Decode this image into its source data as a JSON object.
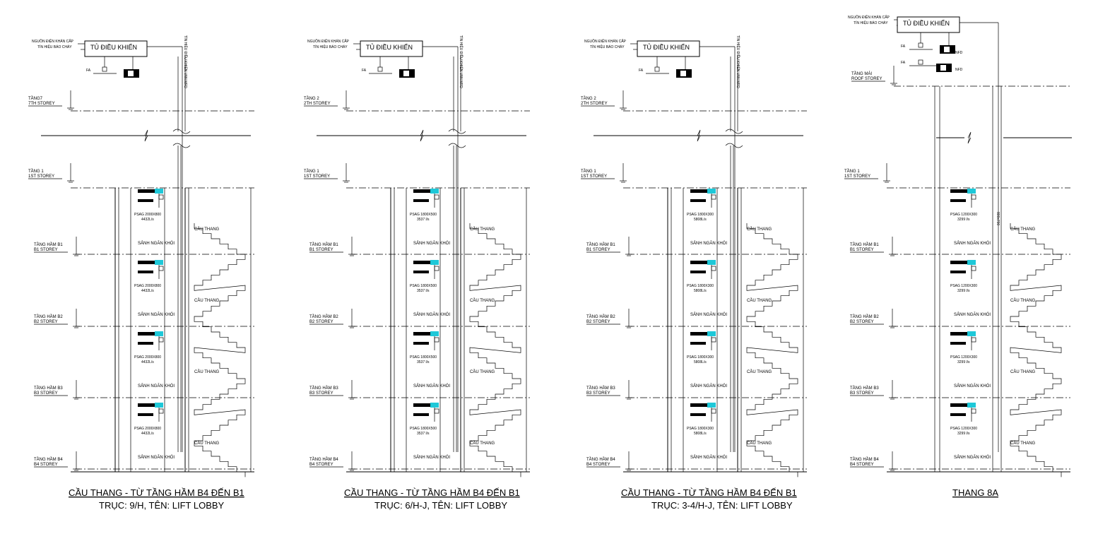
{
  "panels": [
    {
      "control_panel": "TỦ ĐIỀU KHIỂN",
      "power_note": "NGUỒN ĐIỆN KHẨN CẤP",
      "alarm_note": "TÍN HIỆU BÁO CHÁY",
      "fa_label": "FA",
      "mfd_label": "TÍN HIỆU ĐIỀU KHIỂN VAN MFD",
      "top_level": {
        "vn": "TẦNG7",
        "en": "7TH STOREY"
      },
      "ground_level": {
        "vn": "TẦNG 1",
        "en": "1ST STOREY"
      },
      "basements": [
        {
          "vn": "TẦNG HẦM B1",
          "en": "B1 STOREY"
        },
        {
          "vn": "TẦNG HẦM B2",
          "en": "B2 STOREY"
        },
        {
          "vn": "TẦNG HẦM B3",
          "en": "B3 STOREY"
        },
        {
          "vn": "TẦNG HẦM B4",
          "en": "B4 STOREY"
        }
      ],
      "psag": [
        "PSAG 2000X800",
        "PSAG 2000X800",
        "PSAG 2000X800",
        "PSAG 2000X800"
      ],
      "flow": [
        "4432L/s",
        "4432L/s",
        "4432L/s",
        "4432L/s"
      ],
      "lobby": "SẢNH NGĂN KHÓI",
      "stair_label": "CẦU THANG",
      "title": "CẦU THANG - TỪ TẦNG HẦM B4 ĐẾN B1",
      "subtitle": "TRỤC:  9/H, TÊN:  LIFT LOBBY"
    },
    {
      "control_panel": "TỦ ĐIỀU KHIỂN",
      "power_note": "NGUỒN ĐIỆN KHẨN CẤP",
      "alarm_note": "TÍN HIỆU BÁO CHÁY",
      "fa_label": "FA",
      "mfd_label": "TÍN HIỆU ĐIỀU KHIỂN VAN MFD",
      "top_level": {
        "vn": "TẦNG 2",
        "en": "2TH STOREY"
      },
      "ground_level": {
        "vn": "TẦNG 1",
        "en": "1ST STOREY"
      },
      "basements": [
        {
          "vn": "TẦNG HẦM B1",
          "en": "B1 STOREY"
        },
        {
          "vn": "TẦNG HẦM B2",
          "en": "B2 STOREY"
        },
        {
          "vn": "TẦNG HẦM B3",
          "en": "B3 STOREY"
        },
        {
          "vn": "TẦNG HẦM B4",
          "en": "B4 STOREY"
        }
      ],
      "psag": [
        "PSAG 1800X500",
        "PSAG 1800X500",
        "PSAG 1800X500",
        "PSAG 1800X500"
      ],
      "flow": [
        "3537 l/s",
        "3537 l/s",
        "3537 l/s",
        "3537 l/s"
      ],
      "lobby": "SẢNH NGĂN KHÓI",
      "stair_label": "CẦU THANG",
      "title": "CẦU THANG - TỪ TẦNG HẦM B4 ĐẾN B1",
      "subtitle": "TRỤC:  6/H-J, TÊN:  LIFT LOBBY"
    },
    {
      "control_panel": "TỦ ĐIỀU KHIỂN",
      "power_note": "NGUỒN ĐIỆN KHẨN CẤP",
      "alarm_note": "TÍN HIỆU BÁO CHÁY",
      "fa_label": "FA",
      "mfd_label": "TÍN HIỆU ĐIỀU KHIỂN VAN MFD",
      "top_level": {
        "vn": "TẦNG 2",
        "en": "2TH STOREY"
      },
      "ground_level": {
        "vn": "TẦNG 1",
        "en": "1ST STOREY"
      },
      "basements": [
        {
          "vn": "TẦNG HẦM B1",
          "en": "B1 STOREY"
        },
        {
          "vn": "TẦNG HẦM B2",
          "en": "B2 STOREY"
        },
        {
          "vn": "TẦNG HẦM B3",
          "en": "B3 STOREY"
        },
        {
          "vn": "TẦNG HẦM B4",
          "en": "B4 STOREY"
        }
      ],
      "psag": [
        "PSAG 1800X300",
        "PSAG 1800X300",
        "PSAG 1800X300",
        "PSAG 1800X300"
      ],
      "flow": [
        "5808L/s",
        "5808L/s",
        "5808L/s",
        "5808L/s"
      ],
      "lobby": "SẢNH NGĂN KHÓI",
      "stair_label": "CẦU THANG",
      "title": "CẦU THANG - TỪ TẦNG HẦM B4 ĐẾN B1",
      "subtitle": "TRỤC:  3-4/H-J, TÊN:  LIFT LOBBY"
    },
    {
      "control_panel": "TỦ ĐIỀU KHIỂN",
      "power_note": "NGUỒN ĐIỆN KHẨN CẤP",
      "alarm_note": "TÍN HIỆU BÁO CHÁY",
      "fa_label": "FA",
      "nfd_label": "NFD",
      "top_level": {
        "vn": "TẦNG MÁI",
        "en": "ROOF STOREY"
      },
      "ground_level": {
        "vn": "TẦNG 1",
        "en": "1ST STOREY"
      },
      "basements": [
        {
          "vn": "TẦNG HẦM B1",
          "en": "B1 STOREY"
        },
        {
          "vn": "TẦNG HẦM B2",
          "en": "B2 STOREY"
        },
        {
          "vn": "TẦNG HẦM B3",
          "en": "B3 STOREY"
        },
        {
          "vn": "TẦNG HẦM B4",
          "en": "B4 STOREY"
        }
      ],
      "psag": [
        "PSAG 1200X300",
        "PSAG 1200X300",
        "PSAG 1200X300",
        "PSAG 1200X300"
      ],
      "flow": [
        "3299 l/s",
        "3299 l/s",
        "3299 l/s",
        "3299 l/s"
      ],
      "lobby": "SẢNH NGĂN KHÓI",
      "stair_label": "CẦU THANG",
      "duct_label": "800x700",
      "title": "THANG 8A",
      "subtitle": ""
    }
  ],
  "colors": {
    "line": "#000000",
    "damper_accent": "#1ec8d8",
    "background": "#ffffff"
  }
}
